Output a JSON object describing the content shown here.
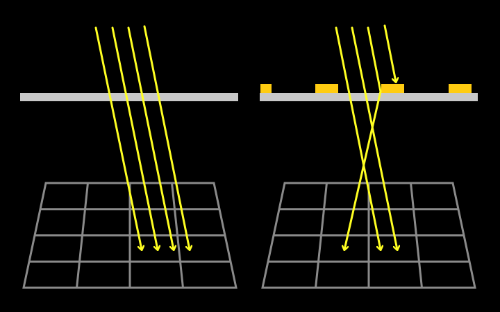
{
  "colors": {
    "background": "#000000",
    "plate": "#c8c8c8",
    "grid": "#8a8a8a",
    "ray": "#ffff22",
    "deposit": "#ffcc11"
  },
  "panels": [
    {
      "id": "left",
      "deposits": [],
      "ray_count": 4,
      "grid": {
        "rows": 4,
        "cols": 4
      }
    },
    {
      "id": "right",
      "deposits": 4,
      "ray_count": 4,
      "grid": {
        "rows": 4,
        "cols": 4
      }
    }
  ]
}
